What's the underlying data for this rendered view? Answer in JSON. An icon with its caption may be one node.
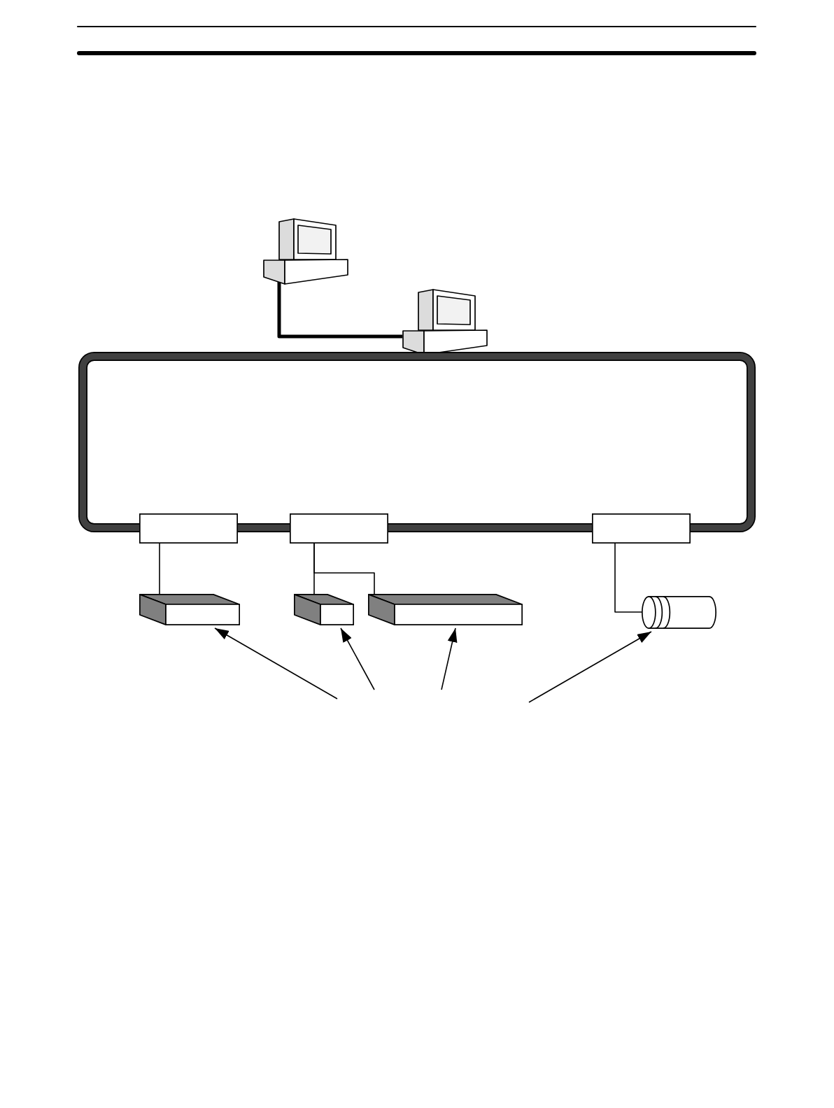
{
  "diagram": {
    "nodes": [
      {
        "text": [],
        "shape": "picture"
      },
      {
        "text": [],
        "shape": "picture"
      },
      {
        "text": [],
        "shape": "box"
      },
      {
        "text": [],
        "shape": "box"
      },
      {
        "text": [],
        "shape": "box"
      },
      {
        "text": [],
        "shape": "box"
      },
      {
        "text": [],
        "shape": "box"
      },
      {
        "text": [],
        "shape": "box"
      },
      {
        "text": [],
        "shape": "box"
      },
      {
        "text": [],
        "shape": "cylinder"
      }
    ],
    "edges": [
      {
        "from": 0,
        "to": 1,
        "arrow": "none",
        "style": "thick"
      },
      {
        "from": 3,
        "to": 6,
        "arrow": "none"
      },
      {
        "from": 4,
        "to": 7,
        "arrow": "none"
      },
      {
        "from": 4,
        "to": 8,
        "arrow": "none"
      },
      {
        "from": 5,
        "to": 9,
        "arrow": "none"
      },
      {
        "from": null,
        "to": 6,
        "arrow": "to"
      },
      {
        "from": null,
        "to": 7,
        "arrow": "to"
      },
      {
        "from": null,
        "to": 8,
        "arrow": "to"
      },
      {
        "from": null,
        "to": 9,
        "arrow": "to"
      }
    ]
  }
}
